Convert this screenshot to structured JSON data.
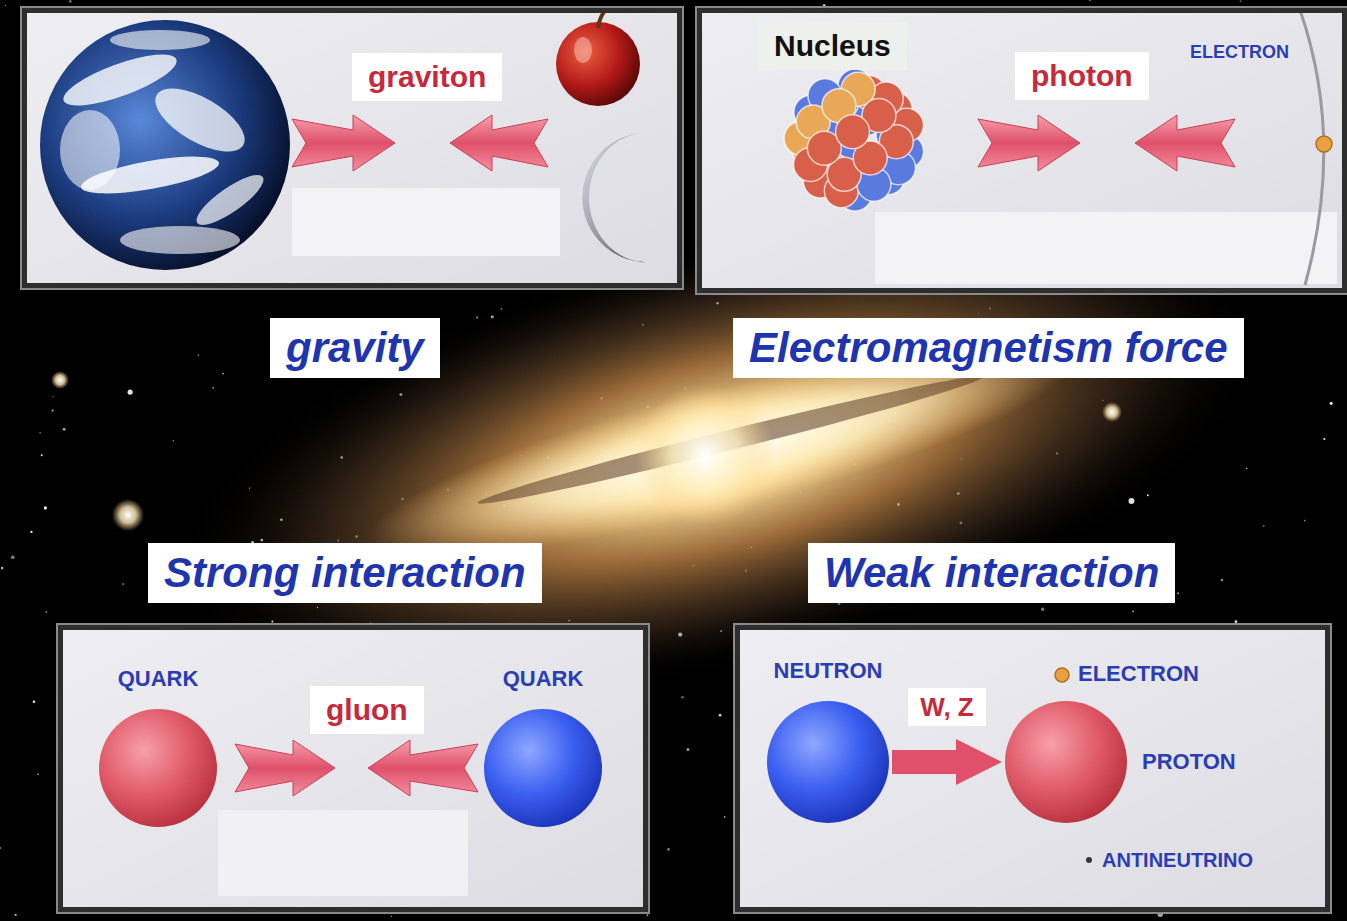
{
  "diagram": {
    "nodes": [
      {
        "text": [
          "gravity"
        ]
      },
      {
        "text": [
          "graviton"
        ],
        "in": 0
      },
      {
        "text": [
          "Electromagnetism force"
        ]
      },
      {
        "text": [
          "Nucleus"
        ],
        "in": 2
      },
      {
        "text": [
          "photon"
        ],
        "in": 2
      },
      {
        "text": [
          "Strong interaction"
        ]
      },
      {
        "text": [
          "QUARK"
        ],
        "in": 5
      },
      {
        "text": [
          "gluon"
        ],
        "in": 5
      },
      {
        "text": [
          "QUARK"
        ],
        "in": 5
      },
      {
        "text": [
          "Weak interaction"
        ]
      },
      {
        "text": [
          "NEUTRON"
        ],
        "in": 9
      },
      {
        "text": [
          "PROTON"
        ],
        "in": 9
      }
    ],
    "edges": [
      {
        "from": 10,
        "to": 11,
        "label": "W, Z",
        "arrow": "to"
      }
    ],
    "labels": [
      "ELECTRON",
      "ELECTRON",
      "ANTINEUTRINO"
    ]
  }
}
